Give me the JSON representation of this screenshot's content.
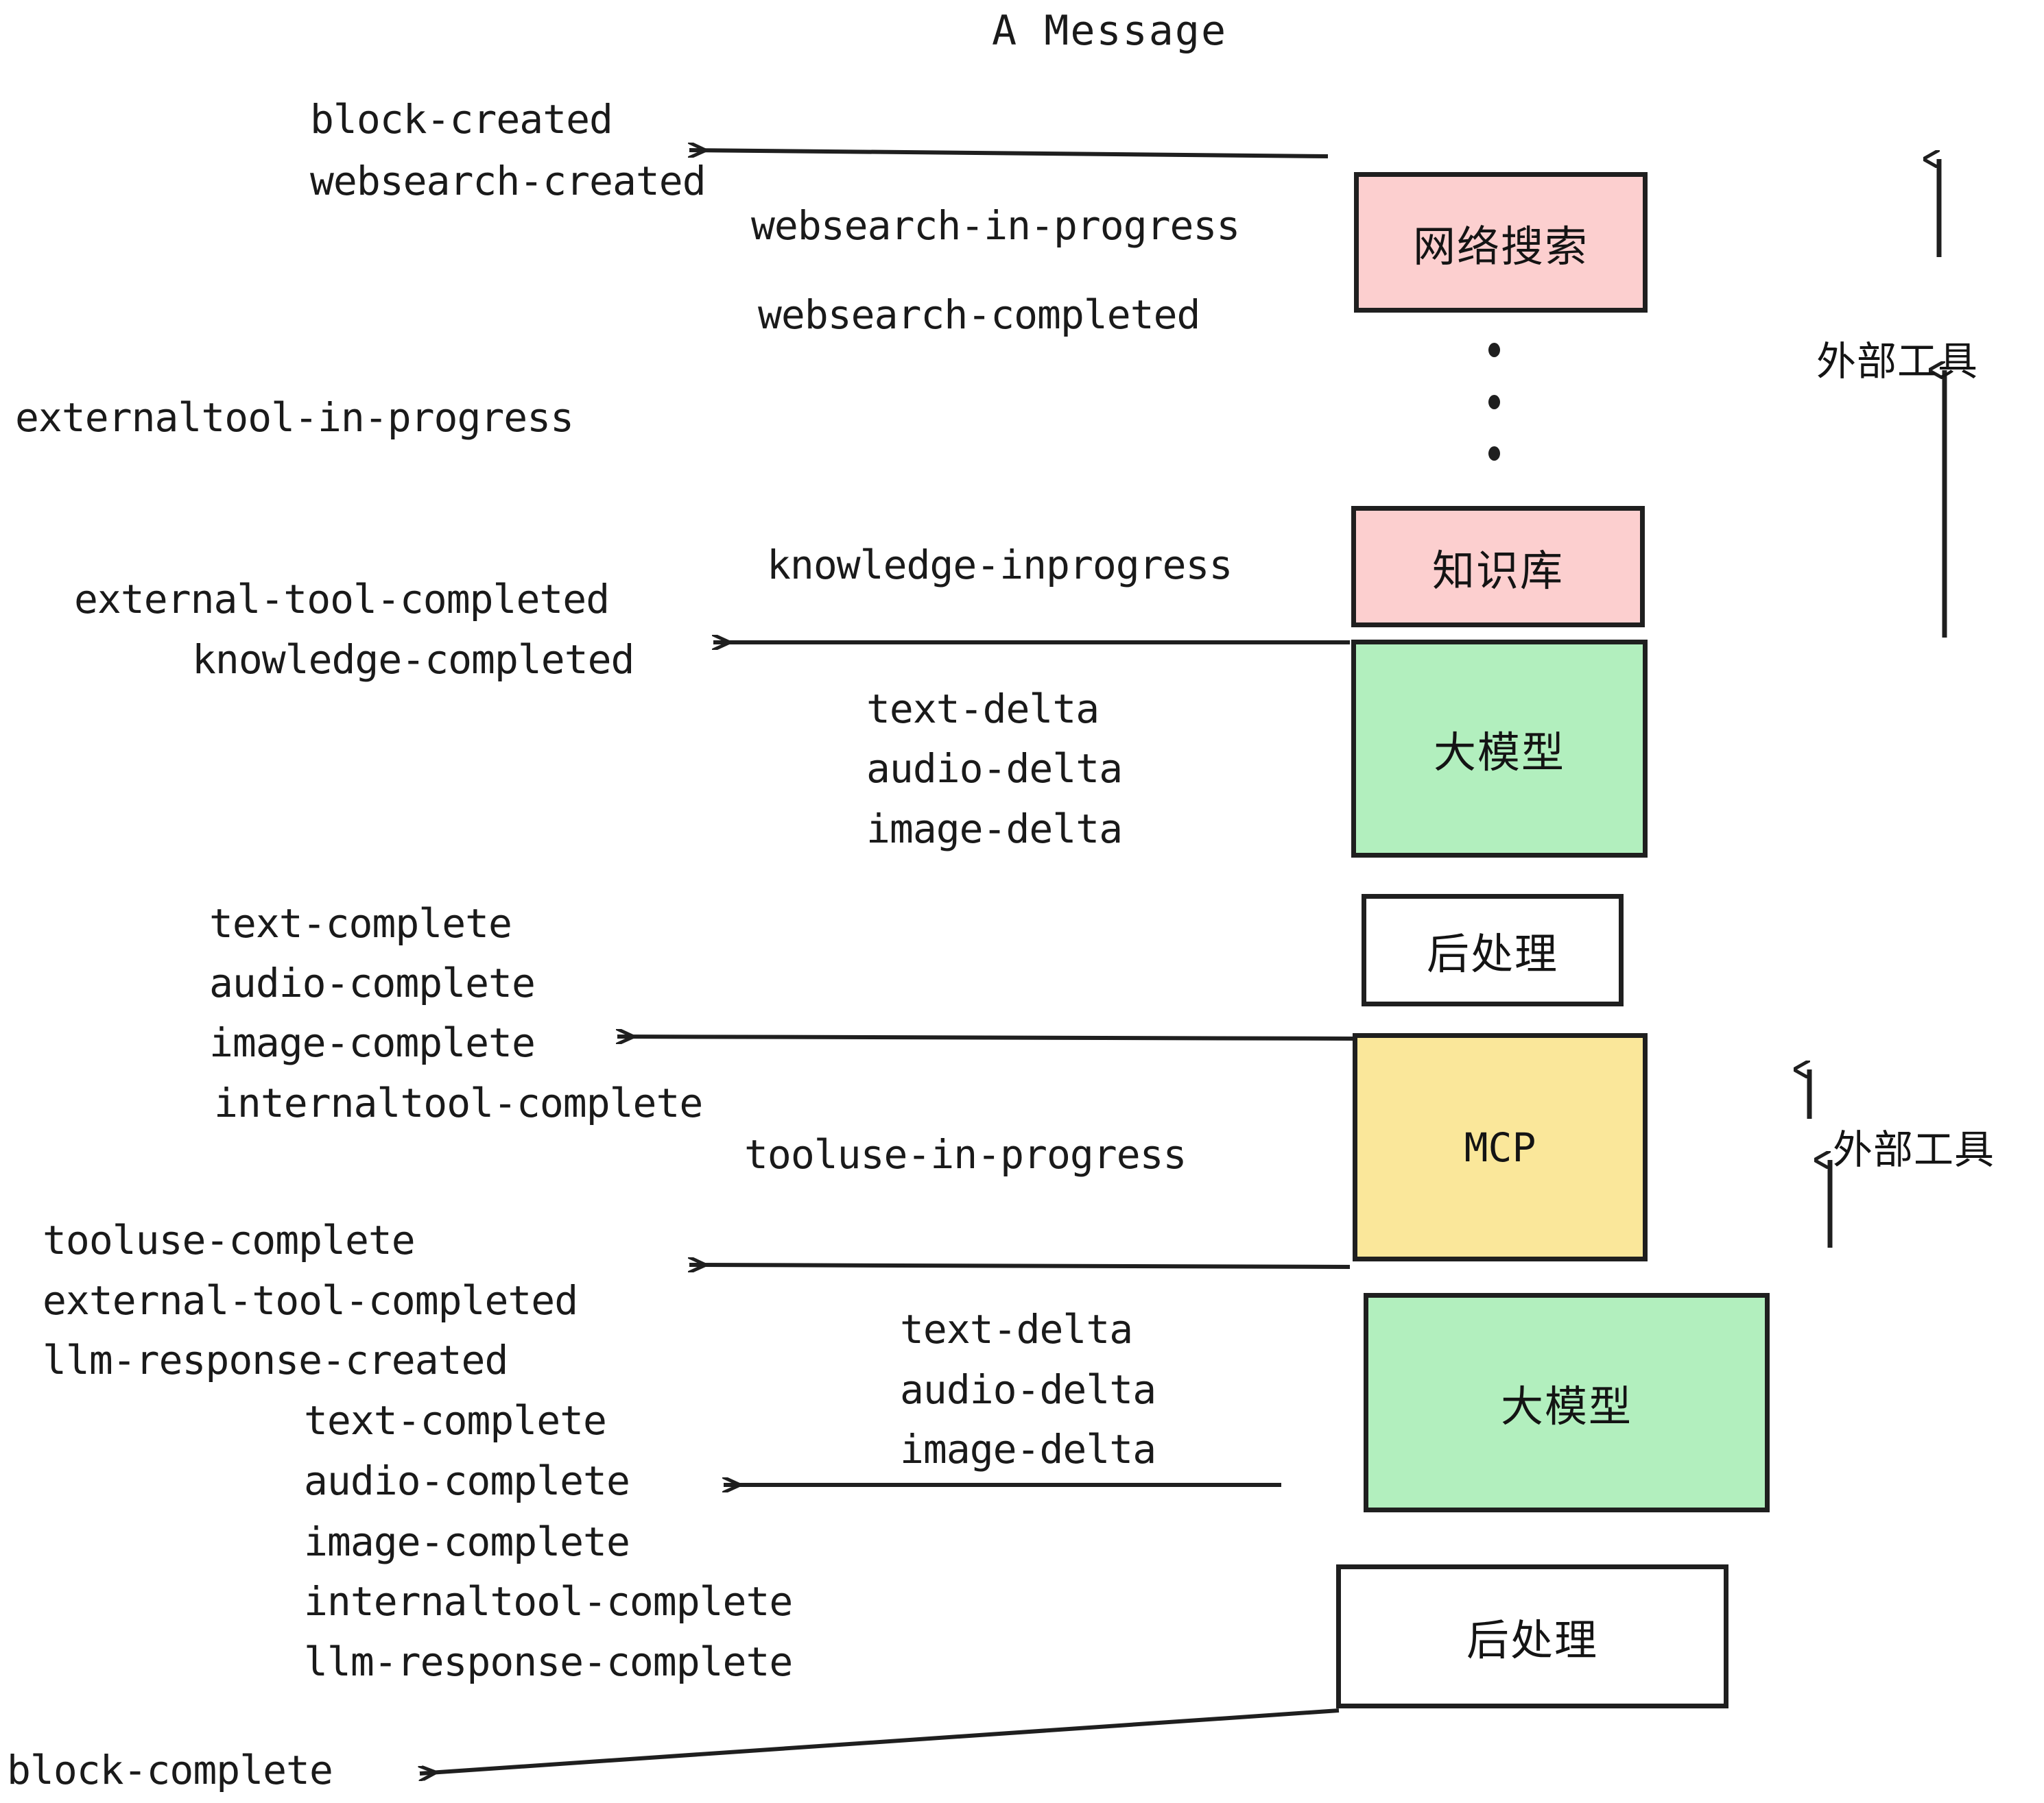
{
  "diagram": {
    "title": "A Message",
    "colors": {
      "pink": "#fccfcf",
      "green": "#b2efbe",
      "yellow": "#fae79a",
      "white": "#ffffff",
      "stroke": "#1f1f1f",
      "text": "#1a1a1a"
    },
    "boxes": [
      {
        "id": "websearch",
        "label": "网络搜索",
        "fill": "#fccfcf",
        "mono": false
      },
      {
        "id": "knowledge",
        "label": "知识库",
        "fill": "#fccfcf",
        "mono": false
      },
      {
        "id": "llm-1",
        "label": "大模型",
        "fill": "#b2efbe",
        "mono": false
      },
      {
        "id": "postprocess-1",
        "label": "后处理",
        "fill": "#ffffff",
        "mono": false
      },
      {
        "id": "mcp",
        "label": "MCP",
        "fill": "#fae79a",
        "mono": true
      },
      {
        "id": "llm-2",
        "label": "大模型",
        "fill": "#b2efbe",
        "mono": false
      },
      {
        "id": "postprocess-2",
        "label": "后处理",
        "fill": "#ffffff",
        "mono": false
      }
    ],
    "bracket_labels": [
      {
        "id": "external-tools-top",
        "label": "外部工具"
      },
      {
        "id": "external-tools-bottom",
        "label": "外部工具"
      }
    ],
    "events": [
      {
        "id": "block-created",
        "text": "block-created"
      },
      {
        "id": "websearch-created",
        "text": "websearch-created"
      },
      {
        "id": "websearch-in-progress",
        "text": "websearch-in-progress"
      },
      {
        "id": "websearch-completed",
        "text": "websearch-completed"
      },
      {
        "id": "externaltool-in-progress",
        "text": "externaltool-in-progress"
      },
      {
        "id": "knowledge-inprogress",
        "text": "knowledge-inprogress"
      },
      {
        "id": "external-tool-completed-1",
        "text": "external-tool-completed"
      },
      {
        "id": "knowledge-completed",
        "text": "knowledge-completed"
      },
      {
        "id": "text-delta-1",
        "text": "text-delta"
      },
      {
        "id": "audio-delta-1",
        "text": "audio-delta"
      },
      {
        "id": "image-delta-1",
        "text": "image-delta"
      },
      {
        "id": "text-complete-1",
        "text": "text-complete"
      },
      {
        "id": "audio-complete-1",
        "text": "audio-complete"
      },
      {
        "id": "image-complete-1",
        "text": "image-complete"
      },
      {
        "id": "internaltool-complete-1",
        "text": "internaltool-complete"
      },
      {
        "id": "tooluse-in-progress",
        "text": "tooluse-in-progress"
      },
      {
        "id": "tooluse-complete",
        "text": "tooluse-complete"
      },
      {
        "id": "external-tool-completed-2",
        "text": "external-tool-completed"
      },
      {
        "id": "llm-response-created",
        "text": "llm-response-created"
      },
      {
        "id": "text-delta-2",
        "text": "text-delta"
      },
      {
        "id": "audio-delta-2",
        "text": "audio-delta"
      },
      {
        "id": "image-delta-2",
        "text": "image-delta"
      },
      {
        "id": "text-complete-2",
        "text": "text-complete"
      },
      {
        "id": "audio-complete-2",
        "text": "audio-complete"
      },
      {
        "id": "image-complete-2",
        "text": "image-complete"
      },
      {
        "id": "internaltool-complete-2",
        "text": "internaltool-complete"
      },
      {
        "id": "llm-response-complete",
        "text": "llm-response-complete"
      },
      {
        "id": "block-complete",
        "text": "block-complete"
      }
    ]
  }
}
